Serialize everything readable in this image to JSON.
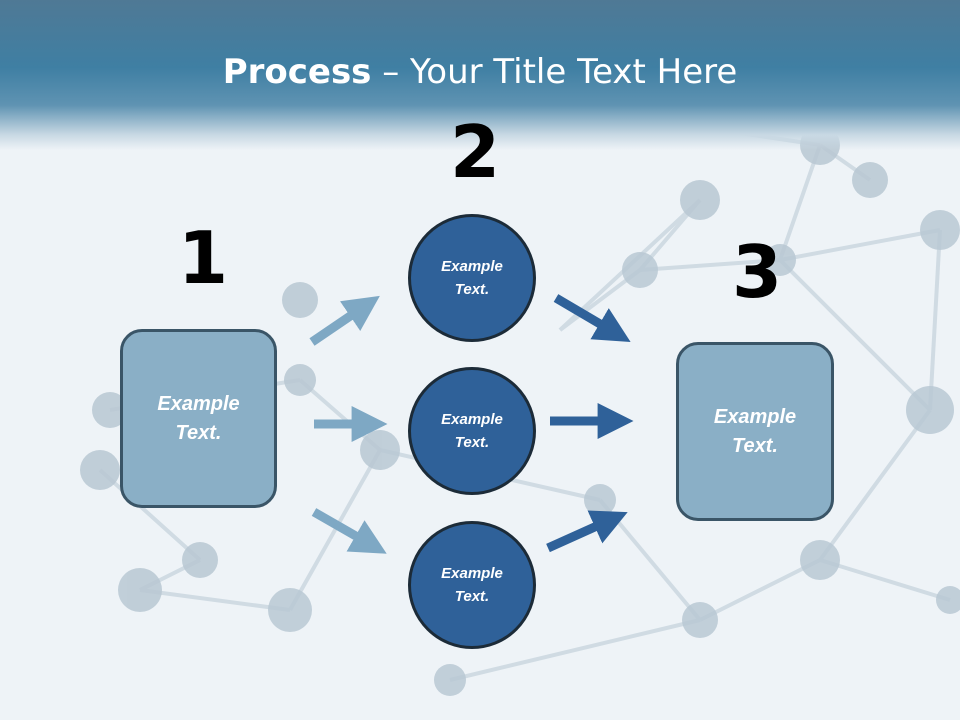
{
  "slide": {
    "title_bold": "Process",
    "title_rest": " – Your Title Text Here",
    "steps": [
      {
        "number": "1"
      },
      {
        "number": "2"
      },
      {
        "number": "3"
      }
    ],
    "left_box": {
      "label": "Example\nText."
    },
    "circles": [
      {
        "label": "Example\nText."
      },
      {
        "label": "Example\nText."
      },
      {
        "label": "Example\nText."
      }
    ],
    "right_box": {
      "label": "Example\nText."
    }
  },
  "colors": {
    "header": "#3f7fa3",
    "box_fill": "#8aafc6",
    "circle_fill": "#2f6199",
    "arrow_light": "#7ea8c4",
    "arrow_dark": "#2f6199"
  }
}
